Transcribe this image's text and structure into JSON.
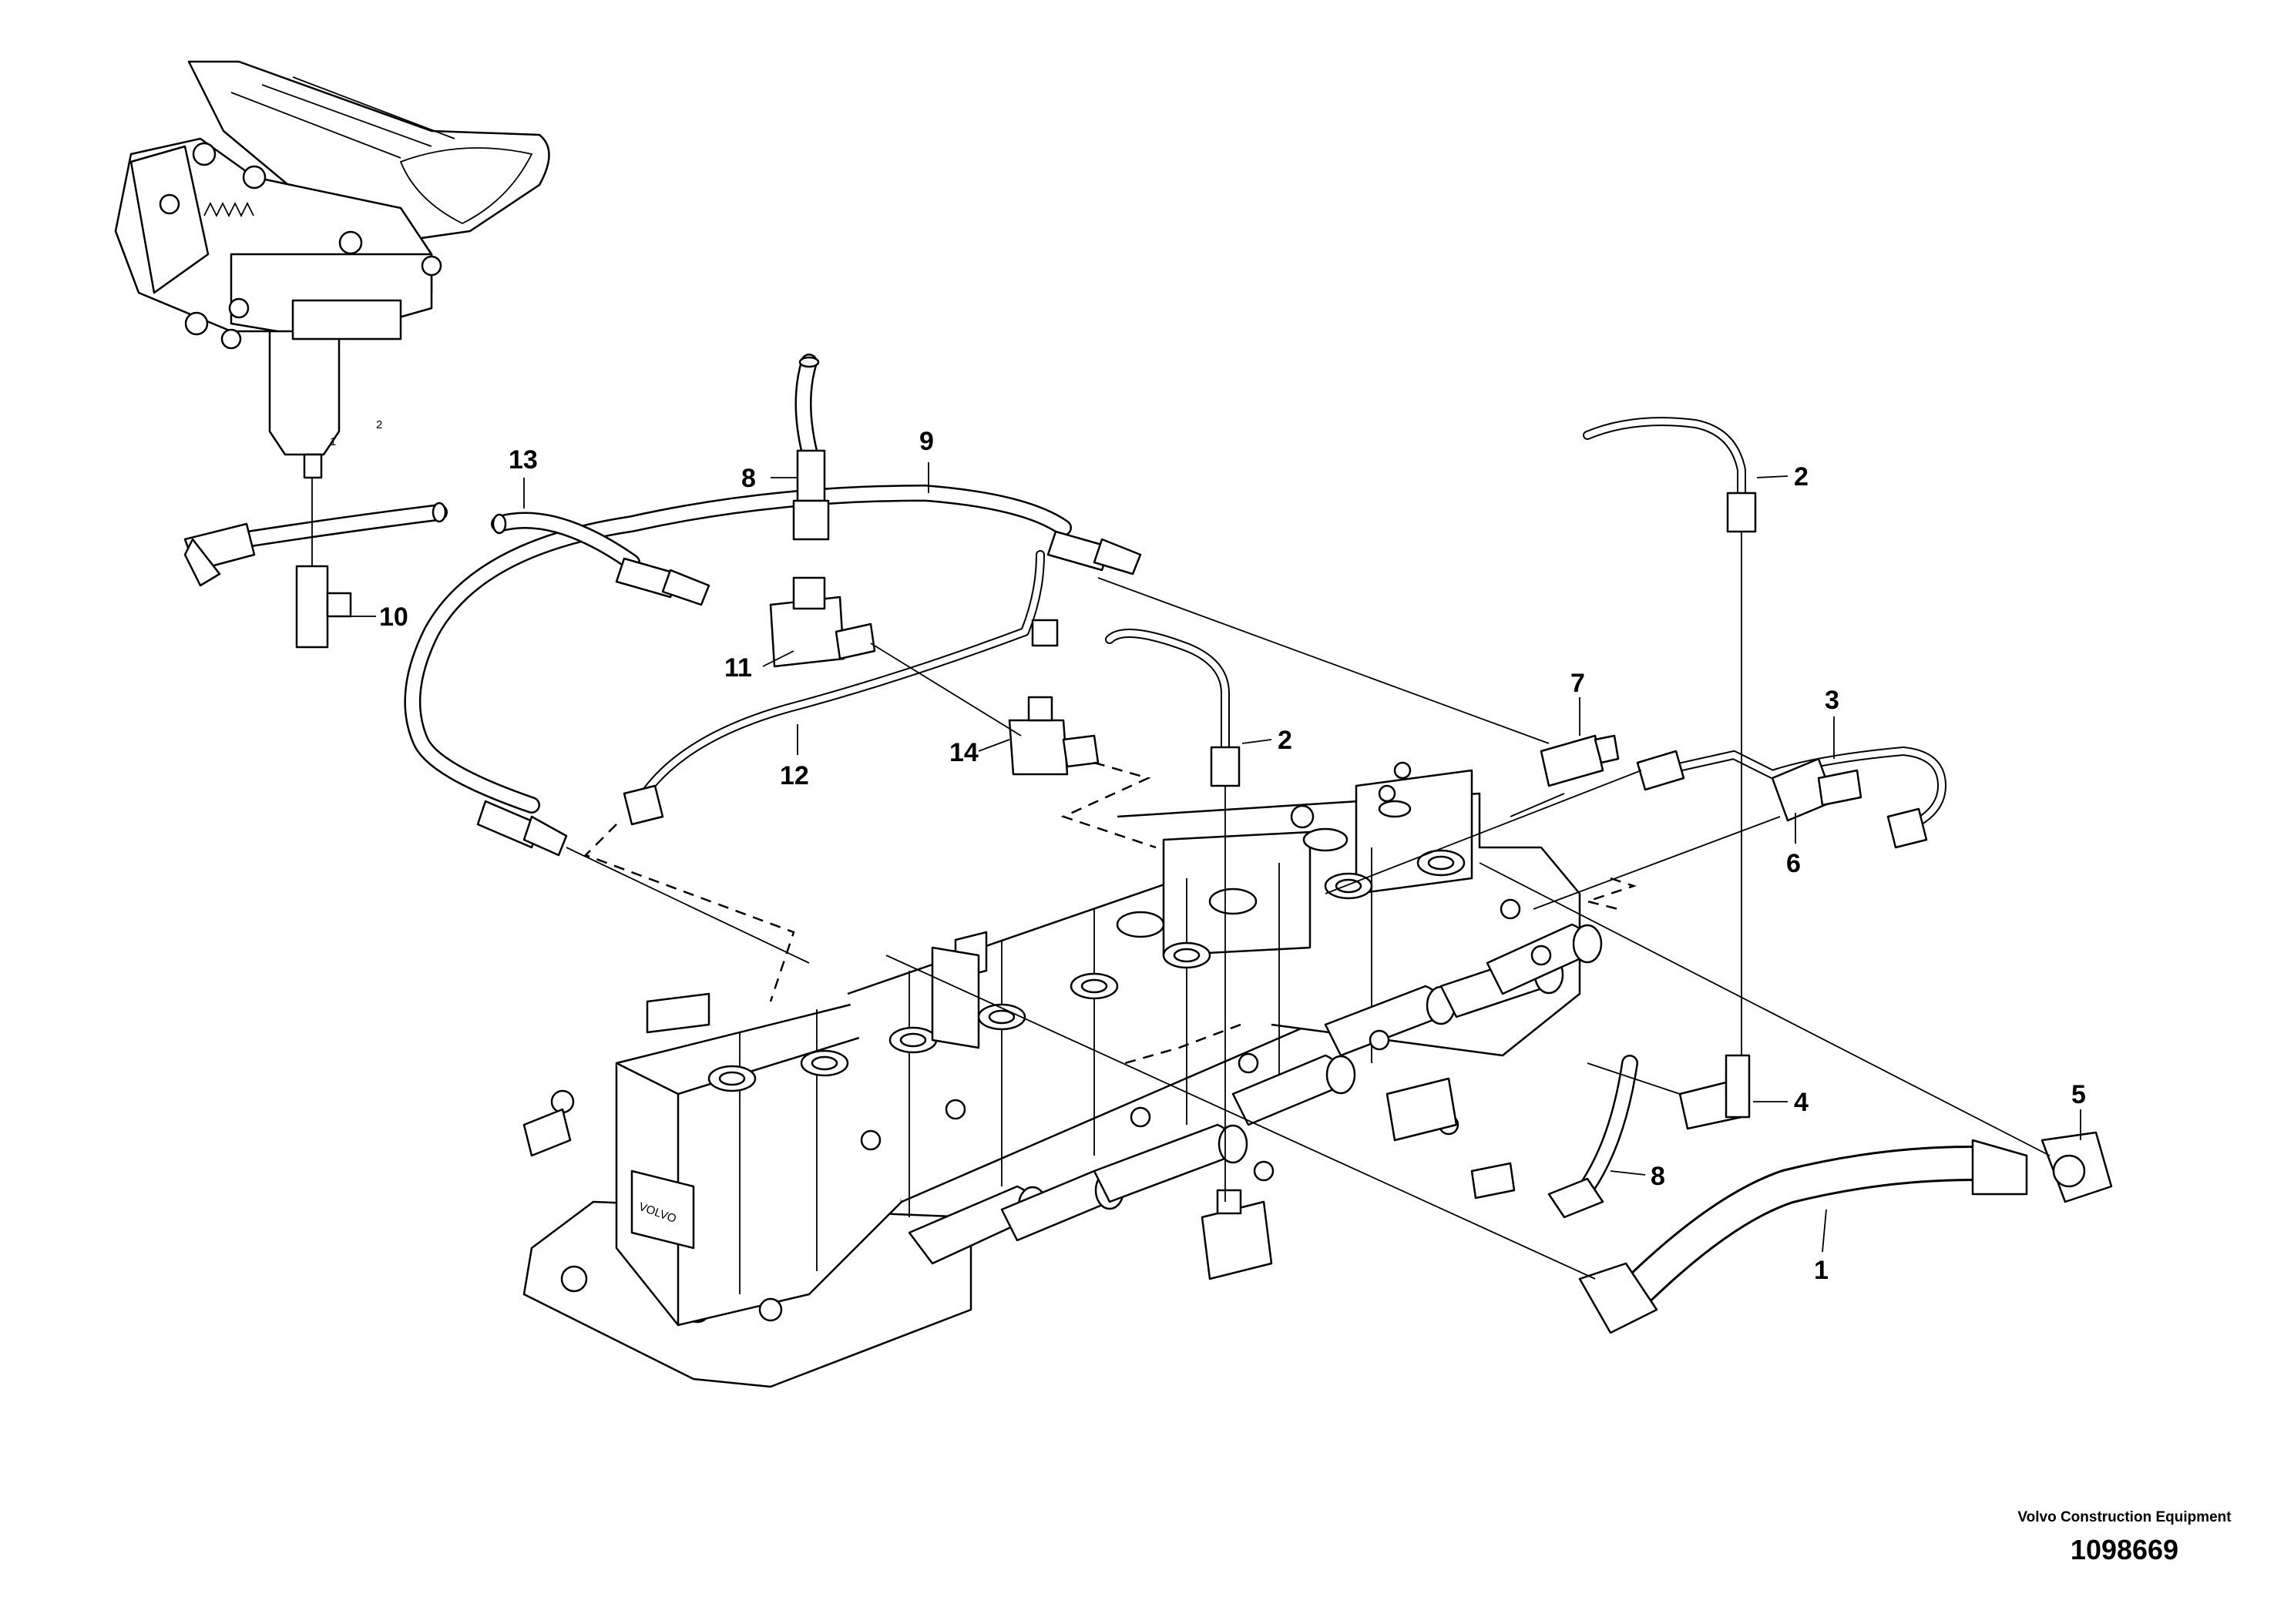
{
  "diagram": {
    "callouts": [
      "1",
      "2",
      "2",
      "3",
      "4",
      "5",
      "6",
      "7",
      "8",
      "8",
      "9",
      "10",
      "11",
      "12",
      "13",
      "14"
    ],
    "pedal_port_labels": [
      "1",
      "2"
    ],
    "valve_plate_text": "VOLVO"
  },
  "footer": {
    "manufacturer": "Volvo Construction Equipment",
    "document_number": "1098669"
  }
}
